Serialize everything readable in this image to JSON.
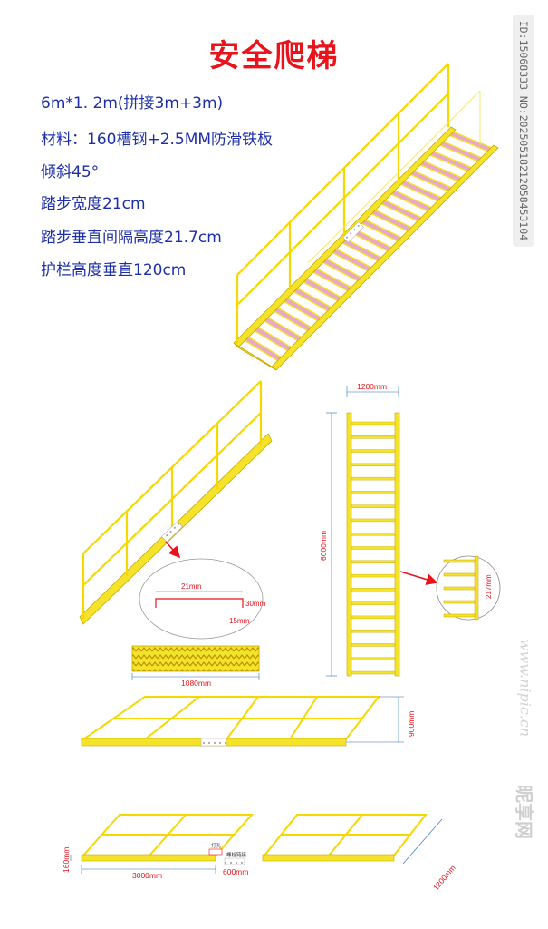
{
  "title": "安全爬梯",
  "specs": [
    "6m*1. 2m(拼接3m+3m)",
    "材料：160槽钢+2.5MM防滑铁板",
    "倾斜45°",
    "踏步宽度21cm",
    "踏步垂直间隔高度21.7cm",
    "护栏高度垂直120cm"
  ],
  "side_id": "ID:15068333 NO:20250518212058453104",
  "watermark": {
    "brand": "昵享网",
    "site": "www.nipic.cn"
  },
  "dimensions": {
    "section_width": "21mm",
    "section_flange": "30mm",
    "section_lip": "15mm",
    "plate_length": "1080mm",
    "top_width": "1200mm",
    "side_length": "6000mm",
    "step_spacing": "217mm",
    "platform_depth": "900mm",
    "segment_length": "3000mm",
    "joint_length": "600mm",
    "segment_width": "1200mm",
    "segment_height": "160mm",
    "joint_label_1": "打孔",
    "joint_label_2": "螺栓链接"
  },
  "colors": {
    "steel": "#f5e32a",
    "steel_dark": "#c9a800",
    "tread_pink": "#e9a7c9",
    "dim_red": "#e8131b",
    "dim_blue": "#2a6fb5",
    "text_blue": "#1d2fa6"
  }
}
